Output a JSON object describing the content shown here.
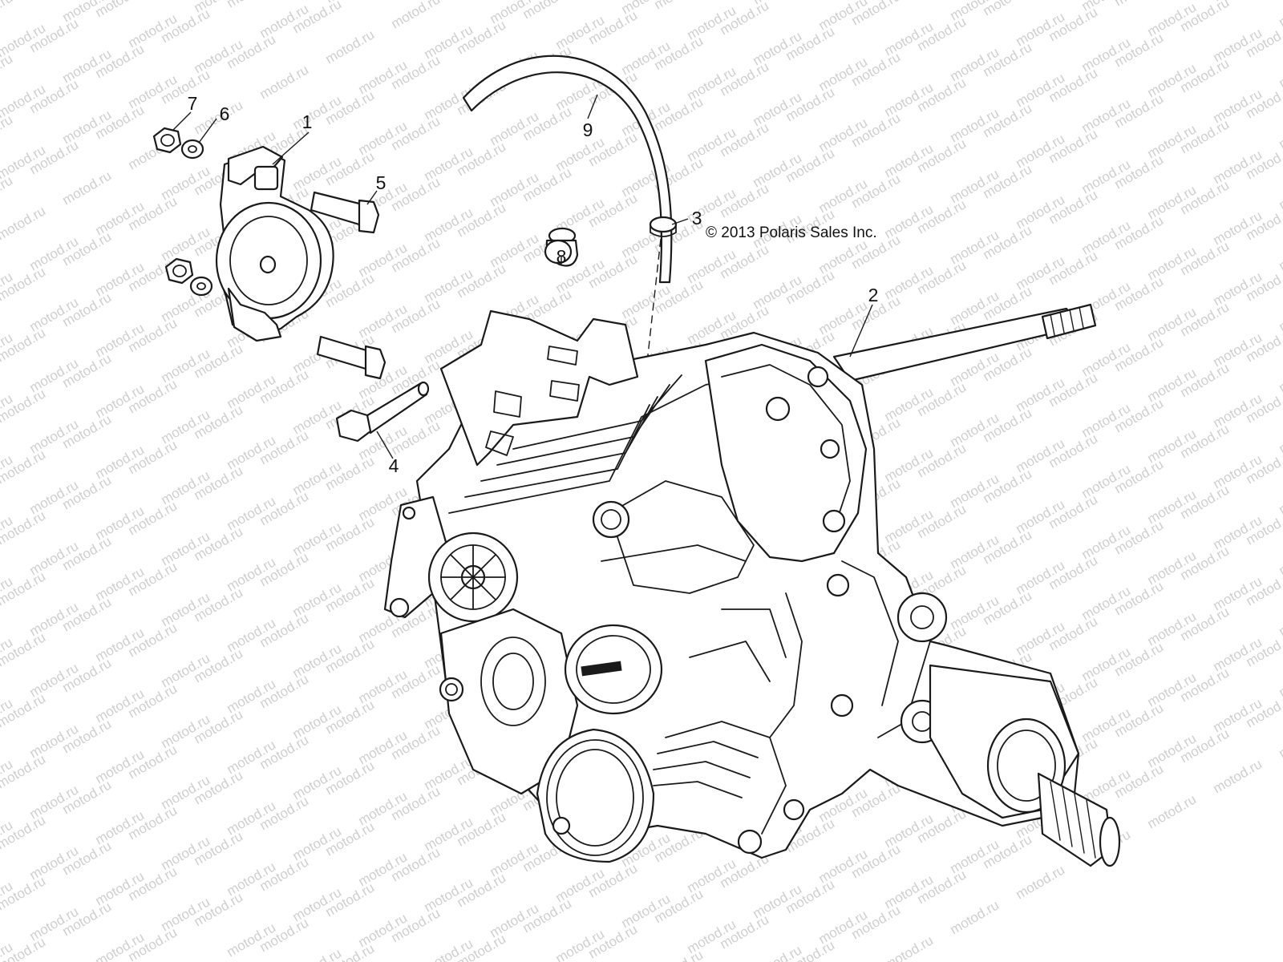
{
  "watermark": {
    "text": "motod.ru"
  },
  "copyright": "© 2013 Polaris Sales Inc.",
  "callouts": [
    {
      "id": "callout-1",
      "label": "1"
    },
    {
      "id": "callout-2",
      "label": "2"
    },
    {
      "id": "callout-3",
      "label": "3"
    },
    {
      "id": "callout-4",
      "label": "4"
    },
    {
      "id": "callout-5",
      "label": "5"
    },
    {
      "id": "callout-6",
      "label": "6"
    },
    {
      "id": "callout-7",
      "label": "7"
    },
    {
      "id": "callout-8",
      "label": "8"
    },
    {
      "id": "callout-9",
      "label": "9"
    }
  ],
  "parts": [
    "gear-position-sensor",
    "transmission-assembly",
    "hose-clamp",
    "long-bolt",
    "short-bolt",
    "washer",
    "flange-nut",
    "grommet",
    "vent-hose"
  ],
  "colors": {
    "line": "#1a1a1a",
    "watermark": "#cfcfcf",
    "background": "#ffffff"
  }
}
